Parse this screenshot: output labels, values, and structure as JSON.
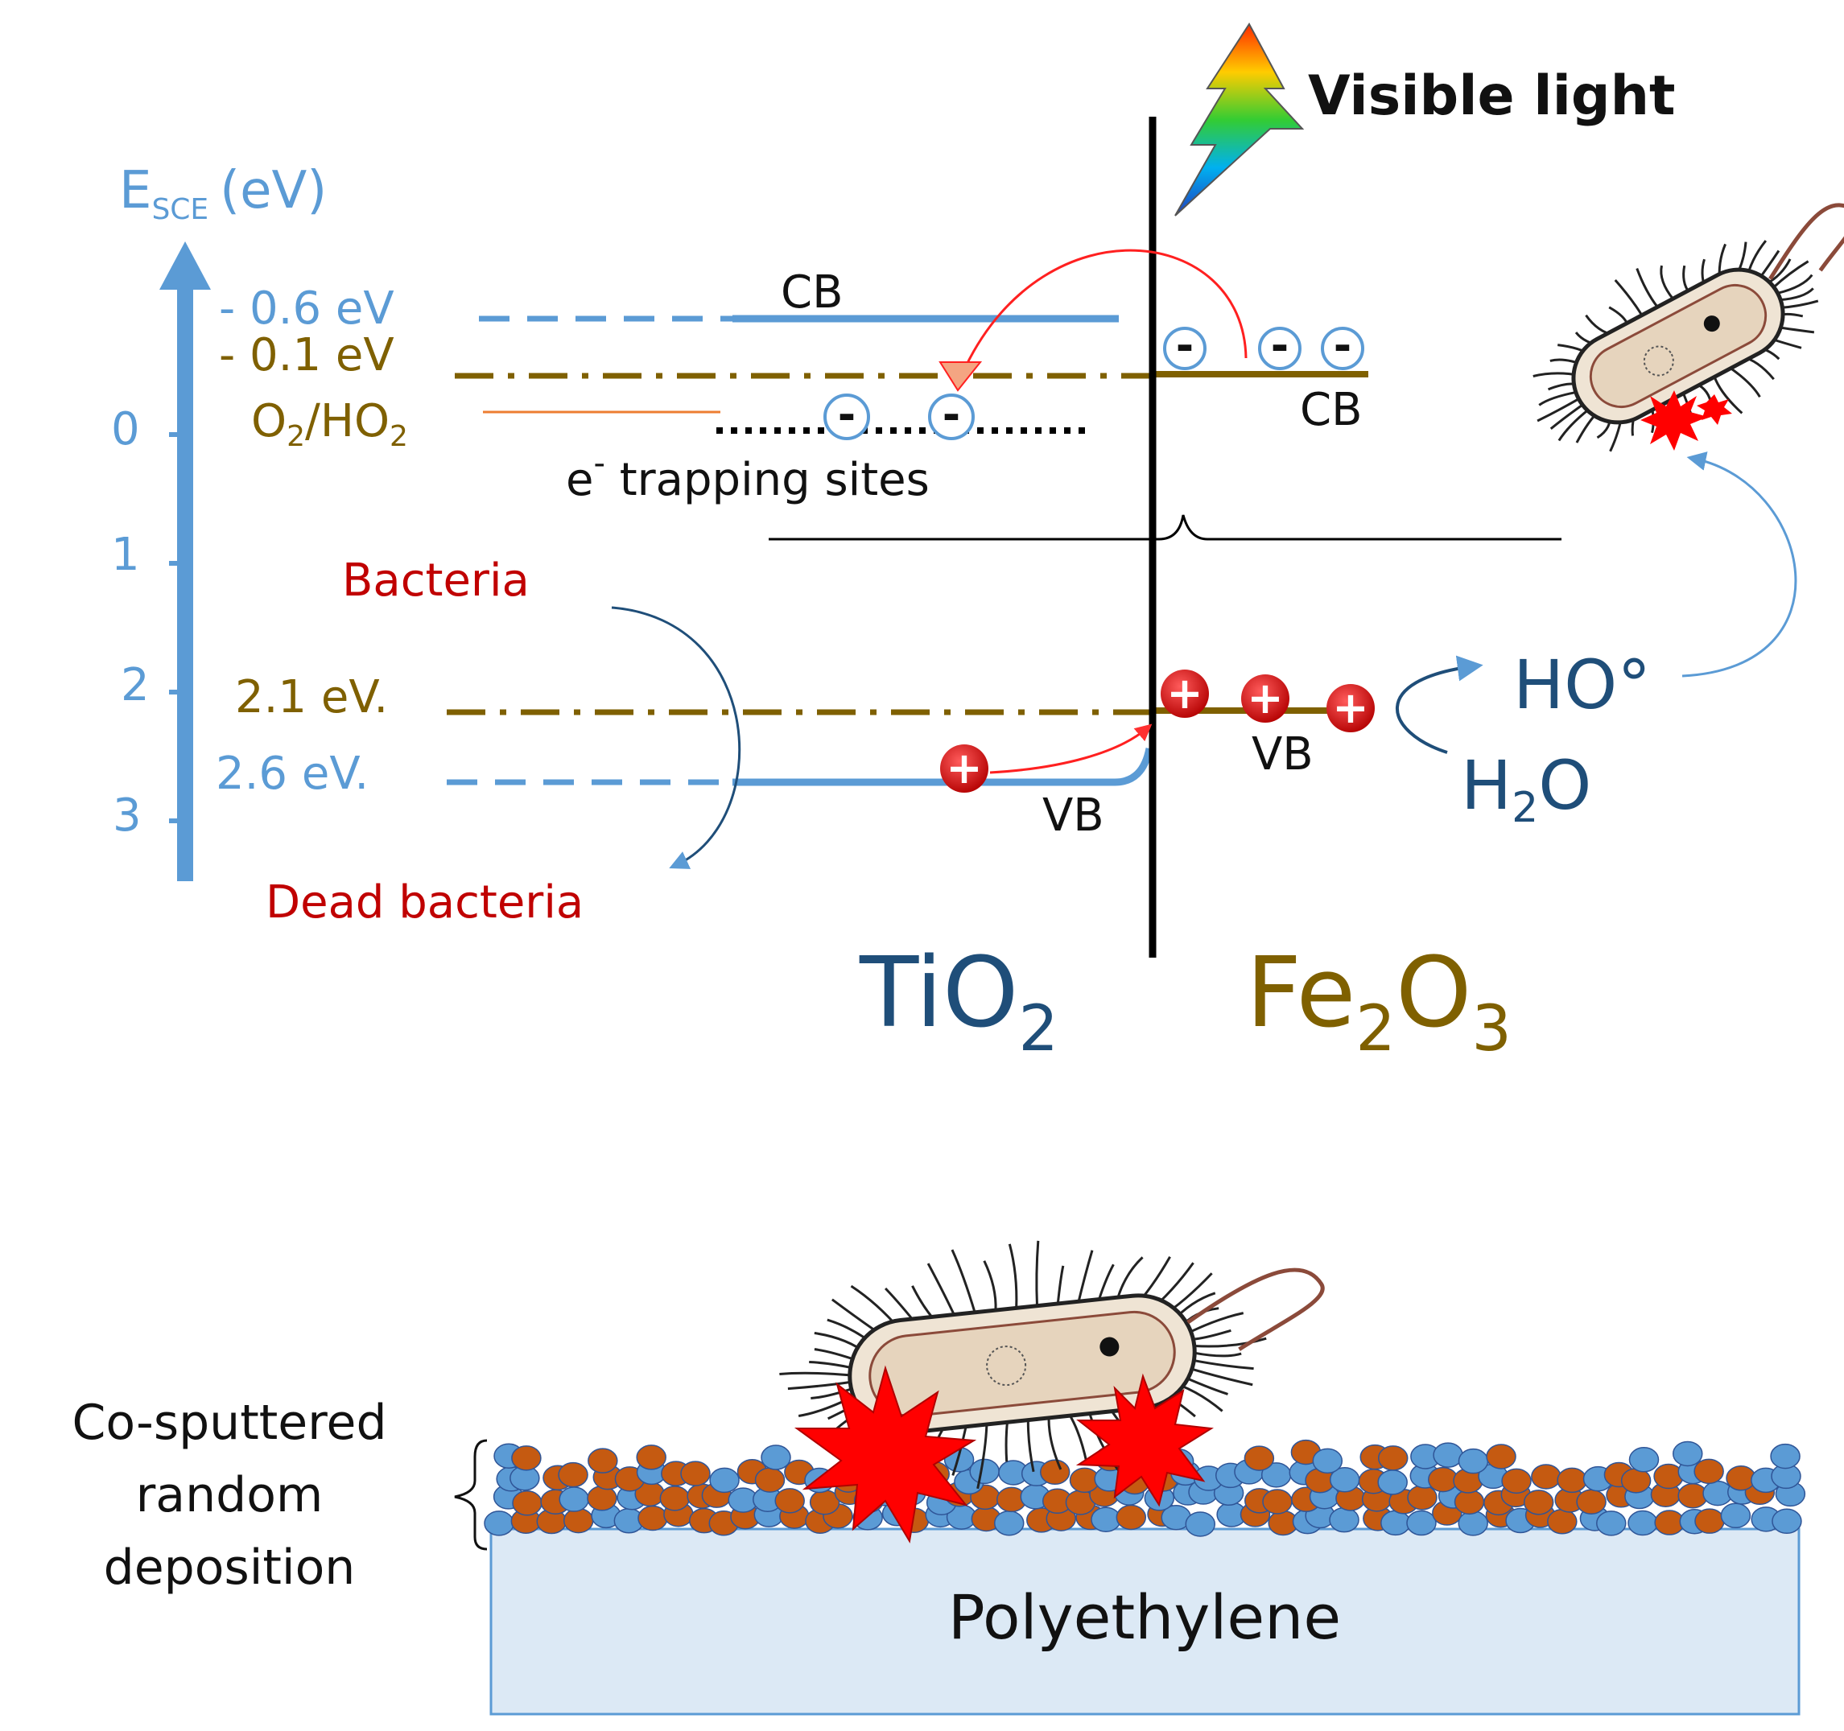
{
  "axis": {
    "title_main": "E",
    "title_sub": "SCE",
    "title_unit": "(eV)",
    "ticks": [
      "0",
      "1",
      "2",
      "3"
    ]
  },
  "levels": {
    "tio2_cb": "- 0.6 eV",
    "fe2o3_cb": "- 0.1 eV",
    "redox_main": "O",
    "redox_sub1": "2",
    "redox_mid": "/HO",
    "redox_sub2": "2",
    "fe2o3_vb": "2.1 eV.",
    "tio2_vb": "2.6 eV."
  },
  "bands": {
    "tio2_cb_label": "CB",
    "tio2_vb_label": "VB",
    "fe2o3_cb_label": "CB",
    "fe2o3_vb_label": "VB"
  },
  "trap": {
    "label_e": "e",
    "label_sup": "-",
    "label_rest": " trapping sites"
  },
  "charges": {
    "minus": "-",
    "plus": "+"
  },
  "light": {
    "label": "Visible light"
  },
  "species": {
    "ho": "HO°",
    "h2o_main": "H",
    "h2o_sub": "2",
    "h2o_tail": "O"
  },
  "bacteria": {
    "label": "Bacteria",
    "dead_label": "Dead bacteria"
  },
  "materials": {
    "tio2_main": "TiO",
    "tio2_sub": "2",
    "fe2o3_a": "Fe",
    "fe2o3_sub1": "2",
    "fe2o3_b": "O",
    "fe2o3_sub2": "3"
  },
  "film": {
    "line1": "Co-sputtered",
    "line2": "random",
    "line3": "deposition",
    "substrate": "Polyethylene"
  },
  "colors": {
    "blue": "#5b9bd5",
    "dark_blue": "#1f4e79",
    "olive": "#7f6000",
    "red": "#c00000",
    "particle_blue": "#5b9bd5",
    "particle_orange": "#c55a11",
    "substrate": "#dce9f5"
  }
}
